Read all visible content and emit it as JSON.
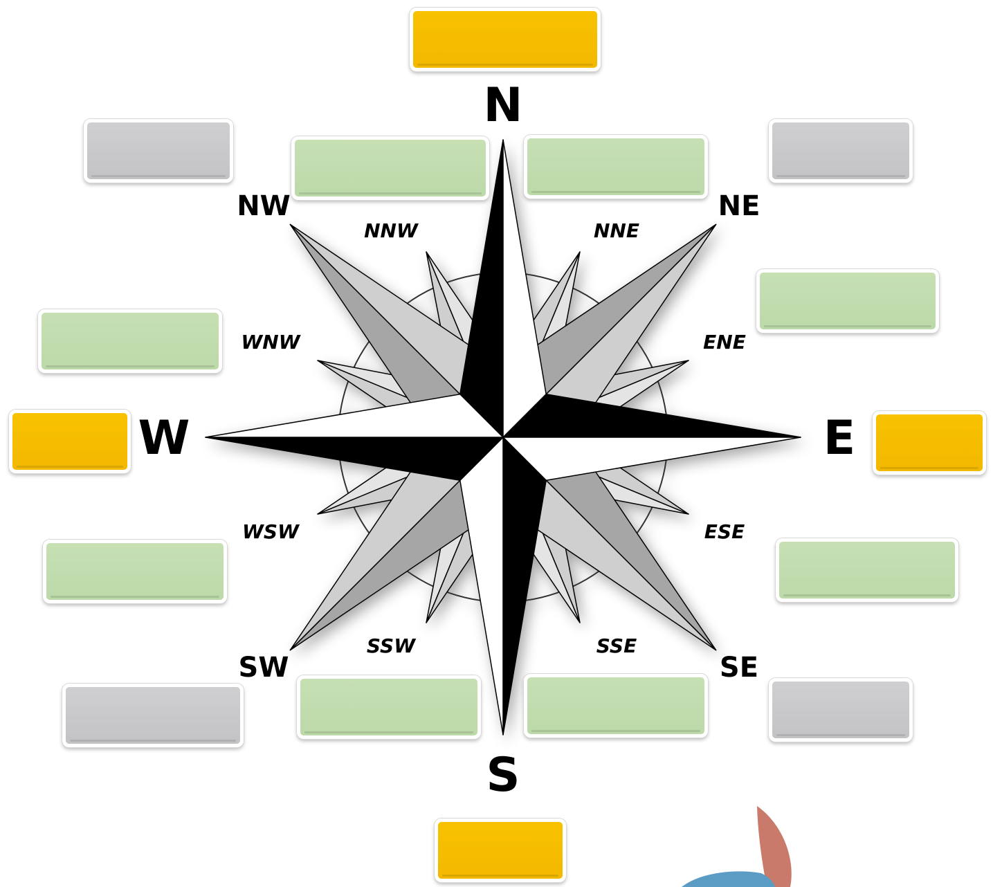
{
  "compass": {
    "cardinal_labels": {
      "n": "N",
      "e": "E",
      "s": "S",
      "w": "W"
    },
    "intercardinal_labels": {
      "ne": "NE",
      "se": "SE",
      "sw": "SW",
      "nw": "NW"
    },
    "secondary_labels": {
      "nne": "NNE",
      "ene": "ENE",
      "ese": "ESE",
      "sse": "SSE",
      "ssw": "SSW",
      "wsw": "WSW",
      "wnw": "WNW",
      "nnw": "NNW"
    }
  },
  "answer_boxes": {
    "north": "",
    "east": "",
    "south": "",
    "west": "",
    "northeast": "",
    "southeast": "",
    "southwest": "",
    "northwest": "",
    "north_northeast": "",
    "east_northeast": "",
    "east_southeast": "",
    "south_southeast": "",
    "south_southwest": "",
    "west_southwest": "",
    "west_northwest": "",
    "north_northwest": ""
  },
  "colors": {
    "cardinal_box": "#f5bb00",
    "intercardinal_box": "#c8c8ca",
    "secondary_box": "#c0dbad",
    "rose_black": "#000000",
    "rose_gray_light": "#cfcfcf",
    "rose_gray_dark": "#a6a6a6"
  }
}
